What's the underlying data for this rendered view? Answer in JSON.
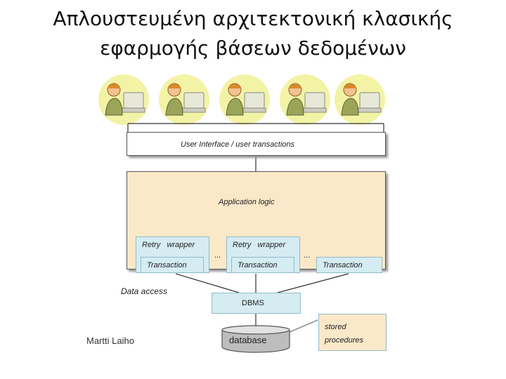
{
  "title": {
    "line1": "Απλουστευμένη αρχιτεκτονική κλασικής",
    "line2": "εφαρμογής βάσεων δεδομένων"
  },
  "diagram": {
    "ui_layer": "User Interface / user transactions",
    "app_logic": "Application logic",
    "retry_wrapper_1": "Retry   wrapper",
    "retry_wrapper_2": "Retry   wrapper",
    "transaction_1": "Transaction",
    "transaction_2": "Transaction",
    "transaction_3": "Transaction",
    "ellipsis_1": "...",
    "ellipsis_2": "...",
    "data_access": "Data access",
    "dbms": "DBMS",
    "database": "database",
    "stored_procedures_line1": "stored",
    "stored_procedures_line2": "procedures",
    "user_icon": "user-at-computer-icon",
    "colors": {
      "ui_box": "#ffffff",
      "app_logic_fill": "#fbe8c8",
      "blue_box": "#d5ecf2",
      "blue_border": "#8fbccc",
      "database_fill": "#bdbdbd"
    }
  },
  "footer": {
    "author": "Martti Laiho"
  }
}
